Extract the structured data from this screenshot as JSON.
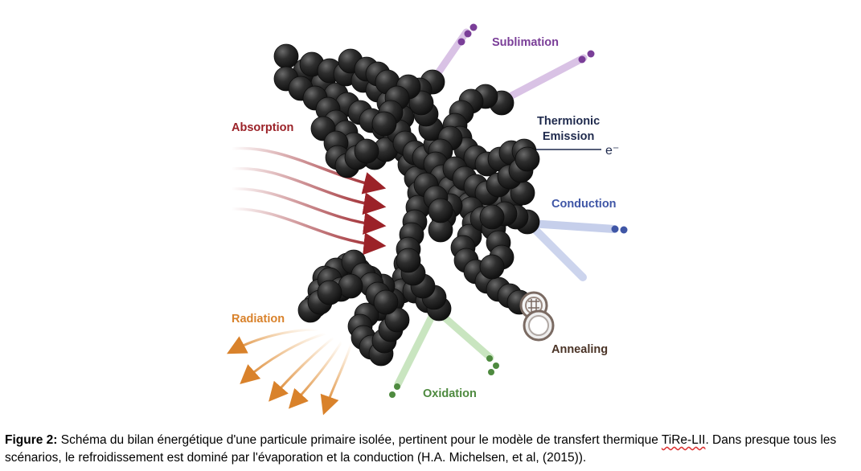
{
  "labels": {
    "sublimation": "Sublimation",
    "thermionic_line1": "Thermionic",
    "thermionic_line2": "Emission",
    "electron": "e⁻",
    "absorption": "Absorption",
    "conduction": "Conduction",
    "radiation": "Radiation",
    "annealing": "Annealing",
    "oxidation": "Oxidation"
  },
  "caption": {
    "prefix": "Figure 2:",
    "text_part1": " Schéma du bilan énergétique d'une particule primaire isolée, pertinent pour le modèle de transfert thermique ",
    "model_name": "TiRe-LII",
    "text_part2": ". Dans presque tous les scénarios, le refroidissement est dominé par l'évaporation et la conduction (H.A. Michelsen, et al, (2015))."
  },
  "colors": {
    "particles": "#2a2a2a",
    "sublimation": "#7a3e98",
    "thermionic": "#1f2a4d",
    "absorption": "#9b2228",
    "conduction": "#3f56a6",
    "radiation": "#d9822b",
    "annealing": "#4a3326",
    "oxidation": "#4e8a3f"
  }
}
